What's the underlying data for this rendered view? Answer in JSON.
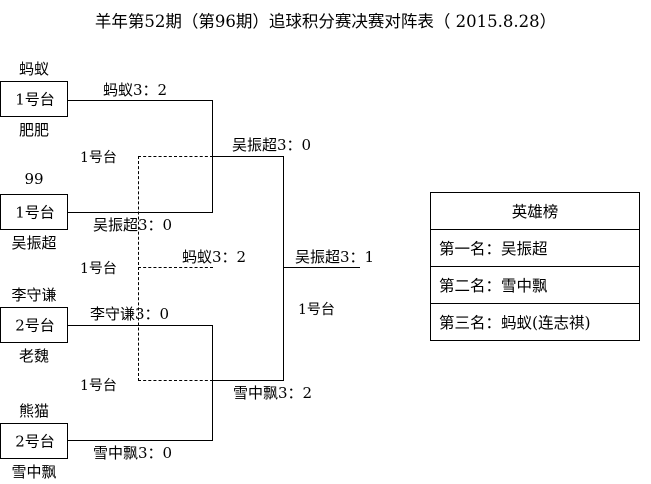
{
  "title": "羊年第52期（第96期）追球积分赛决赛对阵表（ 2015.8.28）",
  "bracket": {
    "quarterfinals": [
      {
        "top_player": "蚂蚁",
        "bottom_player": "肥肥",
        "table": "1号台",
        "result": "蚂蚁3：2"
      },
      {
        "top_player": "99",
        "bottom_player": "吴振超",
        "table": "1号台",
        "result": "吴振超3：0"
      },
      {
        "top_player": "李守谦",
        "bottom_player": "老魏",
        "table": "2号台",
        "result": "李守谦3：0"
      },
      {
        "top_player": "熊猫",
        "bottom_player": "雪中飘",
        "table": "2号台",
        "result": "雪中飘3：0"
      }
    ],
    "semifinals": [
      {
        "table": "1号台",
        "result": "吴振超3：0"
      },
      {
        "table": "1号台",
        "result": "雪中飘3：2"
      }
    ],
    "third_place": {
      "table": "1号台",
      "result": "蚂蚁3：2"
    },
    "final": {
      "table": "1号台",
      "result": "吴振超3：1"
    }
  },
  "hero_board": {
    "title": "英雄榜",
    "rows": [
      "第一名：吴振超",
      "第二名：雪中飘",
      "第三名：蚂蚁(连志祺)"
    ]
  }
}
